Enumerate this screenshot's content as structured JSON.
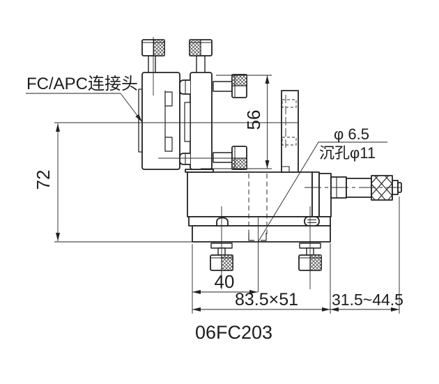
{
  "drawing": {
    "title": "06FC203",
    "callouts": {
      "connector_label": "FC/APC连接头",
      "hole_diameter": "φ 6.5",
      "counterbore_label": "沉孔φ11"
    },
    "dimensions": {
      "overall_height": "72",
      "upper_height": "56",
      "hole_offset": "40",
      "base_footprint": "83.5×51",
      "micrometer_travel": "31.5~44.5"
    },
    "colors": {
      "line": "#222222",
      "background": "#ffffff"
    }
  }
}
